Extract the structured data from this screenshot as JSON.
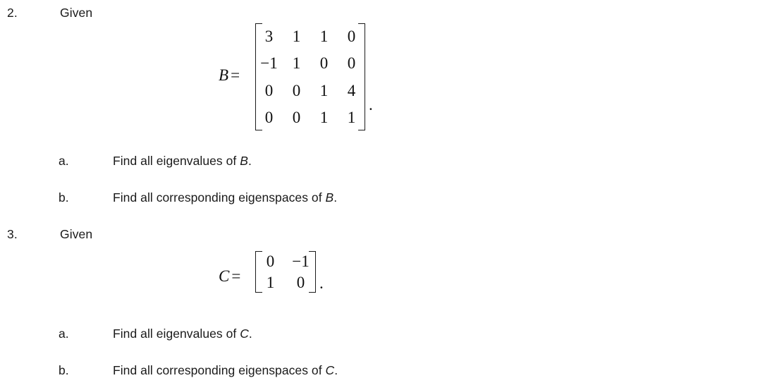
{
  "document": {
    "background_color": "#ffffff",
    "text_color": "#1a1a1a",
    "problems": [
      {
        "number": "2.",
        "stem": "Given",
        "matrix": {
          "name": "B",
          "equals": "=",
          "rows": [
            [
              "3",
              "1",
              "1",
              "0"
            ],
            [
              "−1",
              "1",
              "0",
              "0"
            ],
            [
              "0",
              "0",
              "1",
              "4"
            ],
            [
              "0",
              "0",
              "1",
              "1"
            ]
          ],
          "trailing_punctuation": "."
        },
        "subitems": [
          {
            "letter": "a.",
            "text_before": "Find all eigenvalues of ",
            "variable": "B",
            "text_after": "."
          },
          {
            "letter": "b.",
            "text_before": "Find all corresponding eigenspaces of ",
            "variable": "B",
            "text_after": "."
          }
        ]
      },
      {
        "number": "3.",
        "stem": "Given",
        "matrix": {
          "name": "C",
          "equals": "=",
          "rows": [
            [
              "0",
              "−1"
            ],
            [
              "1",
              "0"
            ]
          ],
          "trailing_punctuation": "."
        },
        "subitems": [
          {
            "letter": "a.",
            "text_before": "Find all eigenvalues of ",
            "variable": "C",
            "text_after": "."
          },
          {
            "letter": "b.",
            "text_before": "Find all corresponding eigenspaces of ",
            "variable": "C",
            "text_after": "."
          }
        ]
      }
    ]
  }
}
